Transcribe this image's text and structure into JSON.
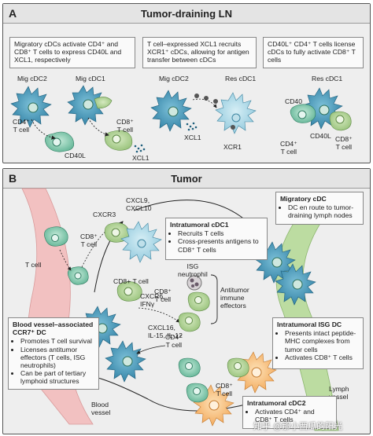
{
  "panel_a": {
    "letter": "A",
    "title": "Tumor-draining LN",
    "box1": "Migratory cDCs activate CD4⁺ and CD8⁺ T cells to express CD40L and XCL1, respectively",
    "box2": "T cell–expressed XCL1 recruits XCR1⁺ cDCs, allowing for antigen transfer between cDCs",
    "box3": "CD40L⁺ CD4⁺ T cells license cDCs to fully activate CD8⁺ T cells",
    "labels": {
      "mig_cdc2_1": "Mig cDC2",
      "mig_cdc1": "Mig cDC1",
      "cd4_t_cell_1": "CD4⁺\nT cell",
      "cd8_t_cell_1": "CD8⁺\nT cell",
      "cd40l_1": "CD40L",
      "xcl1_1": "XCL1",
      "mig_cdc2_2": "Mig cDC2",
      "res_cdc1_1": "Res cDC1",
      "xcl1_2": "XCL1",
      "xcr1": "XCR1",
      "res_cdc1_2": "Res cDC1",
      "cd40": "CD40",
      "cd40l_2": "CD40L",
      "cd4_t_cell_2": "CD4⁺\nT cell",
      "cd8_t_cell_2": "CD8⁺\nT cell"
    }
  },
  "panel_b": {
    "letter": "B",
    "title": "Tumor",
    "labels": {
      "cxcr3": "CXCR3",
      "cxcl9_10": "CXCL9,\nCXCL10",
      "cd8_t_cell_top": "CD8⁺\nT cell",
      "t_cell": "T cell",
      "cd8_t_cell_mid": "CD8+ T cell",
      "cxcr6": "CXCR6,\nIFNγ",
      "cxcl16": "CXCL16,\nIL-15, IL-12",
      "isg_neutrophil": "ISG\nneutrophil",
      "cd8_t_cell_isg": "CD8⁺\nT cell",
      "antitumor": "Antitumor\nimmune\neffectors",
      "cd4_t_cell": "CD4⁺\nT cell",
      "cd8_t_cell_low": "CD8⁺\nT cell",
      "blood_vessel": "Blood\nvessel",
      "lymph_vessel": "Lymph\nvessel"
    },
    "intratumoral_cdc1": {
      "title": "Intratumoral cDC1",
      "items": [
        "Recruits T cells",
        "Cross-presents antigens to CD8⁺ T cells"
      ]
    },
    "migratory_cdc": {
      "title": "Migratory cDC",
      "items": [
        "DC en route to tumor-draining lymph nodes"
      ]
    },
    "blood_vessel_dc": {
      "title": "Blood vessel–associated CCR7⁺ DC",
      "items": [
        "Promotes T cell survival",
        "Licenses antitumor effectors (T cells, ISG neutrophils)",
        "Can be part of tertiary lymphoid structures"
      ]
    },
    "isg_dc": {
      "title": "Intratumoral ISG DC",
      "items": [
        "Presents intact peptide-MHC complexes from tumor cells",
        "Activates CD8⁺ T cells"
      ]
    },
    "cdc2": {
      "title": "Intratumoral cDC2",
      "items": [
        "Activates CD4⁺ and CD8⁺ T cells"
      ]
    }
  },
  "watermark": "知乎 @那小西瓜的阳光",
  "colors": {
    "dc_blue": "#3a8fb0",
    "t_cell_green": "#a9cf8f",
    "cd4_teal": "#74c2a8",
    "blood_vessel": "#f1b8b8",
    "lymph_vessel": "#b6d79b",
    "dc2_orange": "#f3b56b"
  }
}
